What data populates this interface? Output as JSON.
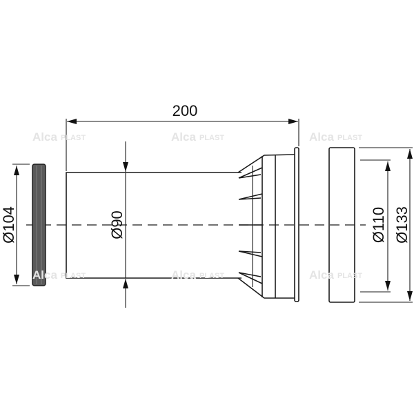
{
  "watermark": {
    "brand": "Alca",
    "suffix": "PLAST"
  },
  "dimensions": {
    "length": "200",
    "gasket_diameter": "Ø104",
    "pipe_diameter": "Ø90",
    "inner_diameter": "Ø110",
    "outer_diameter": "Ø133"
  },
  "colors": {
    "line": "#1a1a1a",
    "gasket": "#5a5a5a",
    "watermark": "#e4e4e4"
  }
}
